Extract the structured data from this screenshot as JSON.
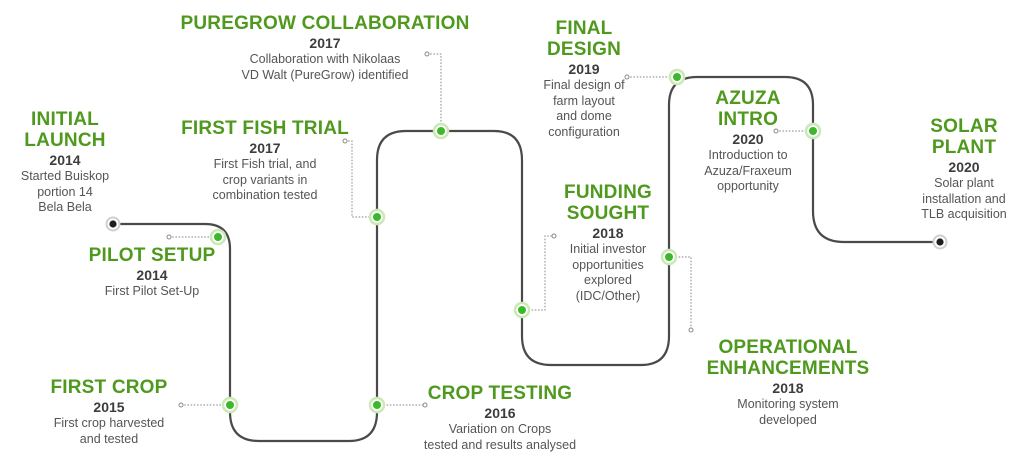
{
  "milestones": [
    {
      "id": "initial-launch",
      "title": [
        "INITIAL",
        "LAUNCH"
      ],
      "year": "2014",
      "desc": [
        "Started Buiskop",
        "portion 14",
        "Bela Bela"
      ]
    },
    {
      "id": "pilot-setup",
      "title": [
        "PILOT SETUP"
      ],
      "year": "2014",
      "desc": [
        "First Pilot Set-Up"
      ]
    },
    {
      "id": "first-crop",
      "title": [
        "FIRST CROP"
      ],
      "year": "2015",
      "desc": [
        "First crop harvested",
        "and tested"
      ]
    },
    {
      "id": "first-fish-trial",
      "title": [
        "FIRST FISH TRIAL"
      ],
      "year": "2017",
      "desc": [
        "First Fish trial, and",
        "crop variants in",
        "combination tested"
      ]
    },
    {
      "id": "puregrow-collaboration",
      "title": [
        "PUREGROW COLLABORATION"
      ],
      "year": "2017",
      "desc": [
        "Collaboration with Nikolaas",
        "VD Walt (PureGrow) identified"
      ]
    },
    {
      "id": "crop-testing",
      "title": [
        "CROP TESTING"
      ],
      "year": "2016",
      "desc": [
        "Variation on Crops",
        "tested and results analysed"
      ]
    },
    {
      "id": "final-design",
      "title": [
        "FINAL",
        "DESIGN"
      ],
      "year": "2019",
      "desc": [
        "Final design of",
        "farm layout",
        "and dome",
        "configuration"
      ]
    },
    {
      "id": "funding-sought",
      "title": [
        "FUNDING",
        "SOUGHT"
      ],
      "year": "2018",
      "desc": [
        "Initial investor",
        "opportunities",
        "explored",
        "(IDC/Other)"
      ]
    },
    {
      "id": "operational-enhancements",
      "title": [
        "OPERATIONAL",
        "ENHANCEMENTS"
      ],
      "year": "2018",
      "desc": [
        "Monitoring system",
        "developed"
      ]
    },
    {
      "id": "azuza-intro",
      "title": [
        "AZUZA",
        "INTRO"
      ],
      "year": "2020",
      "desc": [
        "Introduction to",
        "Azuza/Fraxeum",
        "opportunity"
      ]
    },
    {
      "id": "solar-plant",
      "title": [
        "SOLAR",
        "PLANT"
      ],
      "year": "2020",
      "desc": [
        "Solar plant",
        "installation and",
        "TLB acquisition"
      ]
    }
  ],
  "colors": {
    "accent": "#4f9a1e",
    "node": "#3cb82a",
    "track": "#4a4a4a",
    "year": "#3d3d3d",
    "text": "#555555"
  }
}
